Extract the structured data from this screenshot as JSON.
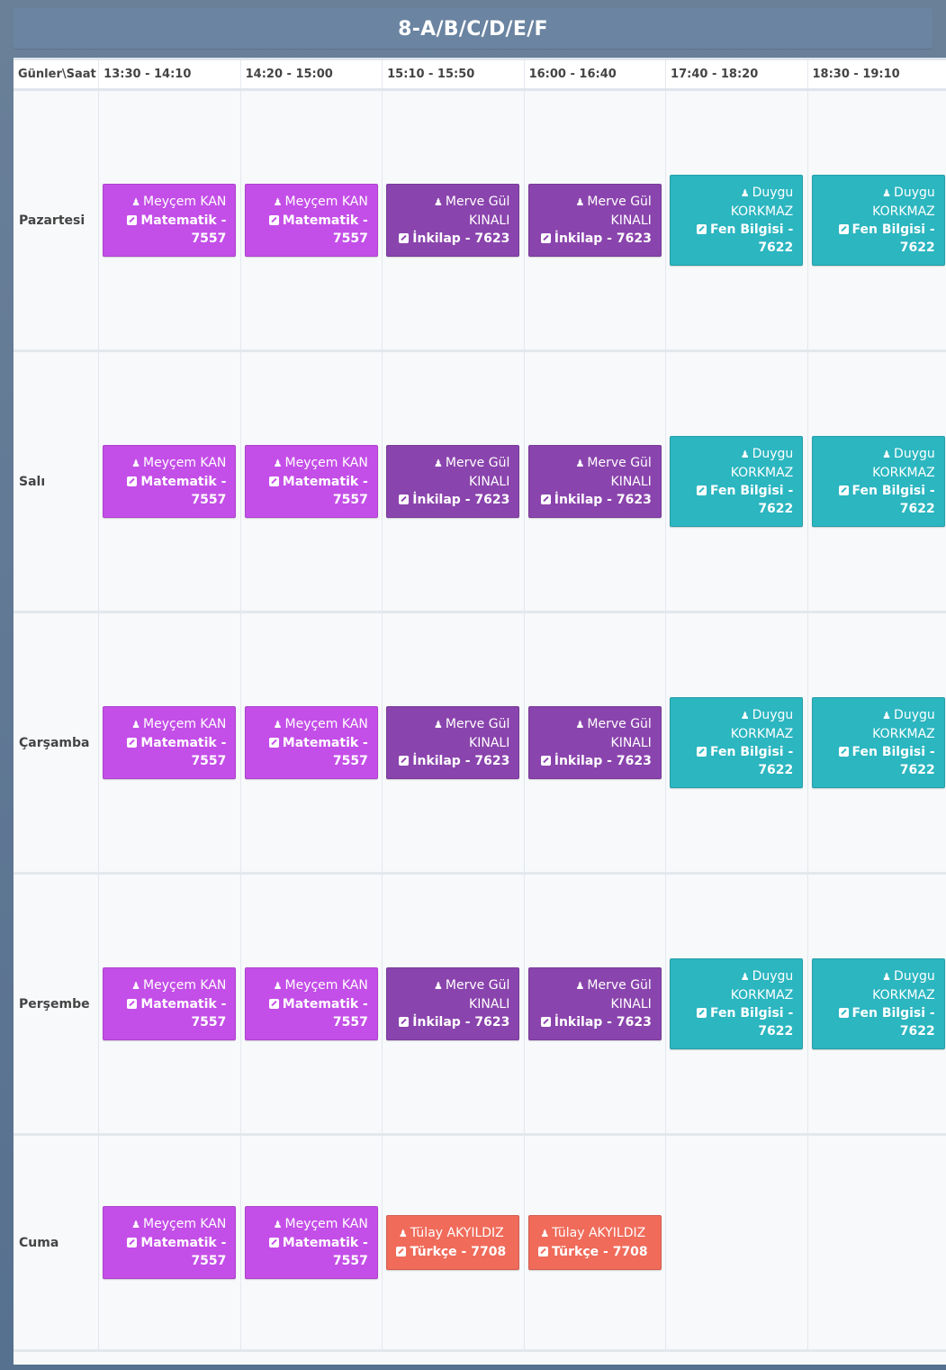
{
  "title": "8-A/B/C/D/E/F",
  "header": {
    "corner": "Günler\\Saat",
    "slots": [
      "13:30 - 14:10",
      "14:20 - 15:00",
      "15:10 - 15:50",
      "16:00 - 16:40",
      "17:40 - 18:20",
      "18:30 - 19:10"
    ]
  },
  "colors": {
    "matematik": "#c44ee8",
    "inkilap": "#8a44ad",
    "fen": "#2bb6c0",
    "turkce": "#f06b5a"
  },
  "icons": {
    "teacher": "user-icon",
    "subject": "edit-icon"
  },
  "days": [
    {
      "name": "Pazartesi",
      "lessons": [
        {
          "teacher": "Meyçem KAN",
          "subject": "Matematik - 7557",
          "kind": "mat"
        },
        {
          "teacher": "Meyçem KAN",
          "subject": "Matematik - 7557",
          "kind": "mat"
        },
        {
          "teacher": "Merve Gül KINALI",
          "subject": "İnkilap - 7623",
          "kind": "ink"
        },
        {
          "teacher": "Merve Gül KINALI",
          "subject": "İnkilap - 7623",
          "kind": "ink"
        },
        {
          "teacher": "Duygu KORKMAZ",
          "subject": "Fen Bilgisi - 7622",
          "kind": "fen"
        },
        {
          "teacher": "Duygu KORKMAZ",
          "subject": "Fen Bilgisi - 7622",
          "kind": "fen"
        }
      ]
    },
    {
      "name": "Salı",
      "lessons": [
        {
          "teacher": "Meyçem KAN",
          "subject": "Matematik - 7557",
          "kind": "mat"
        },
        {
          "teacher": "Meyçem KAN",
          "subject": "Matematik - 7557",
          "kind": "mat"
        },
        {
          "teacher": "Merve Gül KINALI",
          "subject": "İnkilap - 7623",
          "kind": "ink"
        },
        {
          "teacher": "Merve Gül KINALI",
          "subject": "İnkilap - 7623",
          "kind": "ink"
        },
        {
          "teacher": "Duygu KORKMAZ",
          "subject": "Fen Bilgisi - 7622",
          "kind": "fen"
        },
        {
          "teacher": "Duygu KORKMAZ",
          "subject": "Fen Bilgisi - 7622",
          "kind": "fen"
        }
      ]
    },
    {
      "name": "Çarşamba",
      "lessons": [
        {
          "teacher": "Meyçem KAN",
          "subject": "Matematik - 7557",
          "kind": "mat"
        },
        {
          "teacher": "Meyçem KAN",
          "subject": "Matematik - 7557",
          "kind": "mat"
        },
        {
          "teacher": "Merve Gül KINALI",
          "subject": "İnkilap - 7623",
          "kind": "ink"
        },
        {
          "teacher": "Merve Gül KINALI",
          "subject": "İnkilap - 7623",
          "kind": "ink"
        },
        {
          "teacher": "Duygu KORKMAZ",
          "subject": "Fen Bilgisi - 7622",
          "kind": "fen"
        },
        {
          "teacher": "Duygu KORKMAZ",
          "subject": "Fen Bilgisi - 7622",
          "kind": "fen"
        }
      ]
    },
    {
      "name": "Perşembe",
      "lessons": [
        {
          "teacher": "Meyçem KAN",
          "subject": "Matematik - 7557",
          "kind": "mat"
        },
        {
          "teacher": "Meyçem KAN",
          "subject": "Matematik - 7557",
          "kind": "mat"
        },
        {
          "teacher": "Merve Gül KINALI",
          "subject": "İnkilap - 7623",
          "kind": "ink"
        },
        {
          "teacher": "Merve Gül KINALI",
          "subject": "İnkilap - 7623",
          "kind": "ink"
        },
        {
          "teacher": "Duygu KORKMAZ",
          "subject": "Fen Bilgisi - 7622",
          "kind": "fen"
        },
        {
          "teacher": "Duygu KORKMAZ",
          "subject": "Fen Bilgisi - 7622",
          "kind": "fen"
        }
      ]
    },
    {
      "name": "Cuma",
      "lessons": [
        {
          "teacher": "Meyçem KAN",
          "subject": "Matematik - 7557",
          "kind": "mat"
        },
        {
          "teacher": "Meyçem KAN",
          "subject": "Matematik - 7557",
          "kind": "mat"
        },
        {
          "teacher": "Tülay AKYILDIZ",
          "subject": "Türkçe - 7708",
          "kind": "tur"
        },
        {
          "teacher": "Tülay AKYILDIZ",
          "subject": "Türkçe - 7708",
          "kind": "tur"
        },
        null,
        null
      ]
    }
  ]
}
